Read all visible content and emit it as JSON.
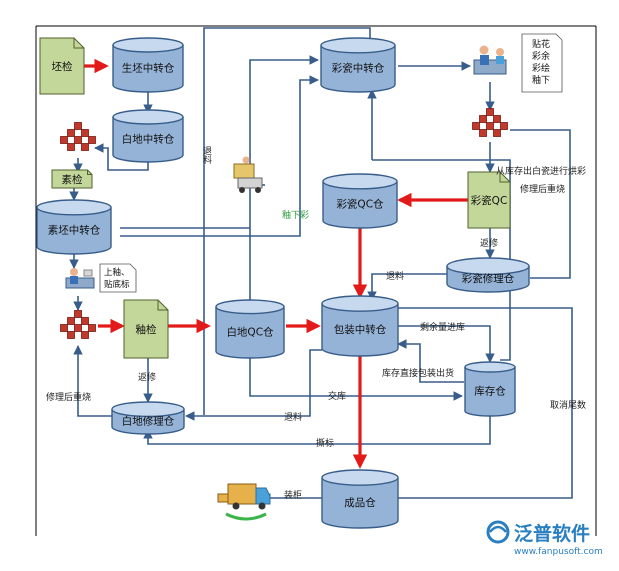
{
  "nodes": {
    "pijian": "坯检",
    "shengpi": "生坯中转仓",
    "baidi": "白地中转仓",
    "sujian": "素检",
    "supi": "素坯中转仓",
    "caici": "彩瓷中转仓",
    "caiciqc_box": "彩瓷QC仓",
    "caiciqc_doc": "彩瓷QC",
    "caiweixiu": "彩瓷修理仓",
    "youjian": "釉检",
    "baidiqc": "白地QC仓",
    "baozhuang": "包装中转仓",
    "kucun": "库存仓",
    "baidiweixiu": "白地修理仓",
    "chengpin": "成品仓"
  },
  "notes": {
    "tiehua": [
      "贴花",
      "彩余",
      "彩绘",
      "釉下"
    ],
    "shangyou": [
      "上釉、",
      "贴底标"
    ]
  },
  "labels": {
    "tuiliao_top": "退料",
    "youxiacai": "釉下彩",
    "conglibai": "从库存出白瓷进行烘彩",
    "xiulihoushao_r": "修理后重烧",
    "fanxiu_r": "返修",
    "tuiliao_mid": "退料",
    "shengyuliang": "剩余量进库",
    "kucunzhijie": "库存直接包装出货",
    "quxiaoweishu": "取消尾数",
    "fanxiu_l": "返修",
    "xiulihoushao_l": "修理后重烧",
    "jiaoku": "交库",
    "tuiliao_low": "退料",
    "tuibiao": "撕标",
    "zhuanggui": "装柜"
  },
  "logo": {
    "name": "泛普软件",
    "url": "www.fanpusoft.com"
  },
  "colors": {
    "cyl_top": "#c7d9ee",
    "cyl_body": "#95b3d7",
    "cyl_stroke": "#385d8a",
    "doc_fill": "#c4d79b",
    "doc_stroke": "#4f6228",
    "line": "#385d8a",
    "red": "#e31a1a",
    "text": "#111111",
    "label_text": "#222222",
    "green_text": "#2e9b3a",
    "logo_blue": "#2a7fc1"
  }
}
